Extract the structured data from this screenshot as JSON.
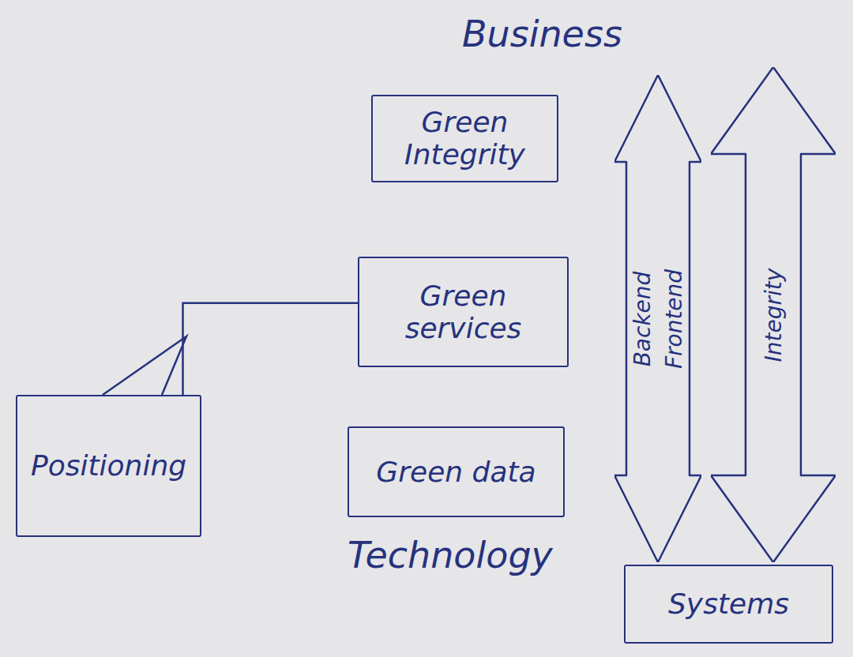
{
  "diagram": {
    "nodes": [
      {
        "text": [
          "Green Integrity"
        ]
      },
      {
        "text": [
          "Green services"
        ]
      },
      {
        "text": [
          "Positioning"
        ]
      },
      {
        "text": [
          "Green data"
        ]
      },
      {
        "text": [
          "Backend",
          "Frontend"
        ]
      },
      {
        "text": [
          "Integrity"
        ]
      },
      {
        "text": [
          "Systems"
        ]
      }
    ],
    "edges": [
      {
        "from": 2,
        "to": 1,
        "arrow": "none"
      }
    ],
    "labels": [
      "Business",
      "Technology"
    ]
  }
}
